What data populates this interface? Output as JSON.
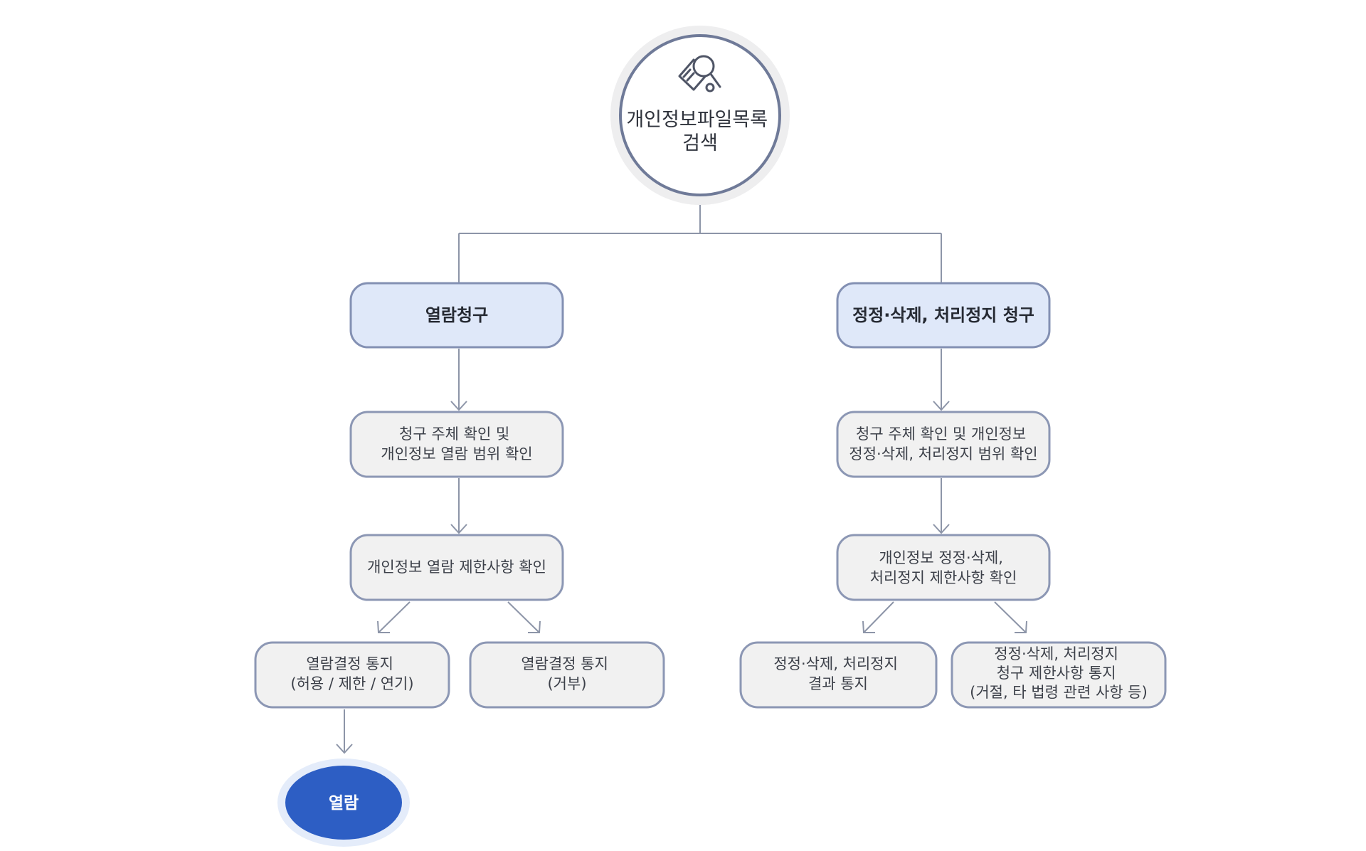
{
  "colors": {
    "box_fill": "#f1f1f1",
    "box_border": "#8c97b4",
    "request_fill": "#dfe8f9",
    "final_fill": "#2d5ec4",
    "final_halo": "#e4ecfa",
    "connector": "#8d95a8"
  },
  "top": {
    "icon": "search-document-icon",
    "title_lines": [
      "개인정보파일목록",
      "검색"
    ]
  },
  "left": {
    "request": "열람청구",
    "step1_lines": [
      "청구 주체 확인 및",
      "개인정보 열람 범위 확인"
    ],
    "step2_lines": [
      "개인정보 열람 제한사항 확인"
    ],
    "outcome_a_lines": [
      "열람결정 통지",
      "(허용 / 제한 / 연기)"
    ],
    "outcome_b_lines": [
      "열람결정 통지",
      "(거부)"
    ],
    "final": "열람"
  },
  "right": {
    "request": "정정·삭제, 처리정지 청구",
    "step1_lines": [
      "청구 주체 확인 및 개인정보",
      "정정·삭제, 처리정지 범위 확인"
    ],
    "step2_lines": [
      "개인정보 정정·삭제,",
      "처리정지 제한사항 확인"
    ],
    "outcome_a_lines": [
      "정정·삭제, 처리정지",
      "결과 통지"
    ],
    "outcome_b_lines": [
      "정정·삭제, 처리정지",
      "청구 제한사항 통지",
      "(거절, 타 법령 관련 사항 등)"
    ]
  }
}
